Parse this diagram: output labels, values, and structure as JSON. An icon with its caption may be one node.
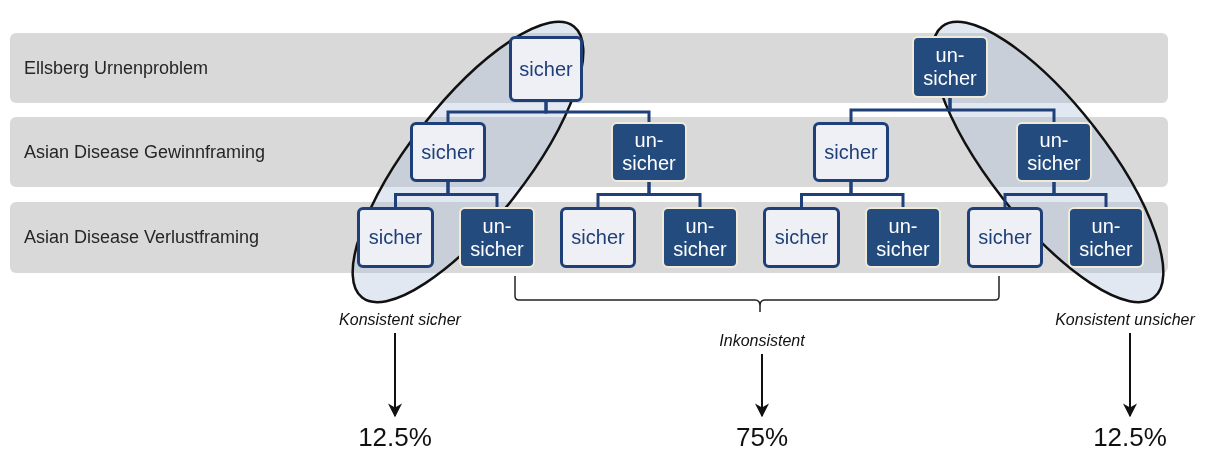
{
  "diagram": {
    "nodes": [
      {
        "text": [
          "Ellsberg Urnenproblem"
        ]
      },
      {
        "text": [
          "Asian Disease Gewinnframing"
        ]
      },
      {
        "text": [
          "Asian Disease Verlustframing"
        ]
      },
      {
        "text": [
          "sicher"
        ],
        "in": 0
      },
      {
        "text": [
          "un- sicher"
        ],
        "in": 0
      },
      {
        "text": [
          "sicher"
        ],
        "in": 1
      },
      {
        "text": [
          "un- sicher"
        ],
        "in": 1
      },
      {
        "text": [
          "sicher"
        ],
        "in": 1
      },
      {
        "text": [
          "un- sicher"
        ],
        "in": 1
      },
      {
        "text": [
          "sicher"
        ],
        "in": 2
      },
      {
        "text": [
          "un- sicher"
        ],
        "in": 2
      },
      {
        "text": [
          "sicher"
        ],
        "in": 2
      },
      {
        "text": [
          "un- sicher"
        ],
        "in": 2
      },
      {
        "text": [
          "sicher"
        ],
        "in": 2
      },
      {
        "text": [
          "un- sicher"
        ],
        "in": 2
      },
      {
        "text": [
          "sicher"
        ],
        "in": 2
      },
      {
        "text": [
          "un- sicher"
        ],
        "in": 2
      },
      {
        "text": [
          "Konsistent sicher"
        ]
      },
      {
        "text": [
          "Inkonsistent"
        ]
      },
      {
        "text": [
          "Konsistent unsicher"
        ]
      },
      {
        "text": [
          "12.5%"
        ]
      },
      {
        "text": [
          "75%"
        ]
      },
      {
        "text": [
          "12.5%"
        ]
      }
    ],
    "edges": [
      {
        "from": 3,
        "to": 5,
        "arrow": "none"
      },
      {
        "from": 3,
        "to": 6,
        "arrow": "none"
      },
      {
        "from": 4,
        "to": 7,
        "arrow": "none"
      },
      {
        "from": 4,
        "to": 8,
        "arrow": "none"
      },
      {
        "from": 5,
        "to": 9,
        "arrow": "none"
      },
      {
        "from": 5,
        "to": 10,
        "arrow": "none"
      },
      {
        "from": 6,
        "to": 11,
        "arrow": "none"
      },
      {
        "from": 6,
        "to": 12,
        "arrow": "none"
      },
      {
        "from": 7,
        "to": 13,
        "arrow": "none"
      },
      {
        "from": 7,
        "to": 14,
        "arrow": "none"
      },
      {
        "from": 8,
        "to": 15,
        "arrow": "none"
      },
      {
        "from": 8,
        "to": 16,
        "arrow": "none"
      },
      {
        "from": 17,
        "to": 20,
        "arrow": "to",
        "color": "#111111"
      },
      {
        "from": 18,
        "to": 21,
        "arrow": "to",
        "color": "#111111"
      },
      {
        "from": 19,
        "to": 22,
        "arrow": "to",
        "color": "#111111"
      }
    ]
  }
}
